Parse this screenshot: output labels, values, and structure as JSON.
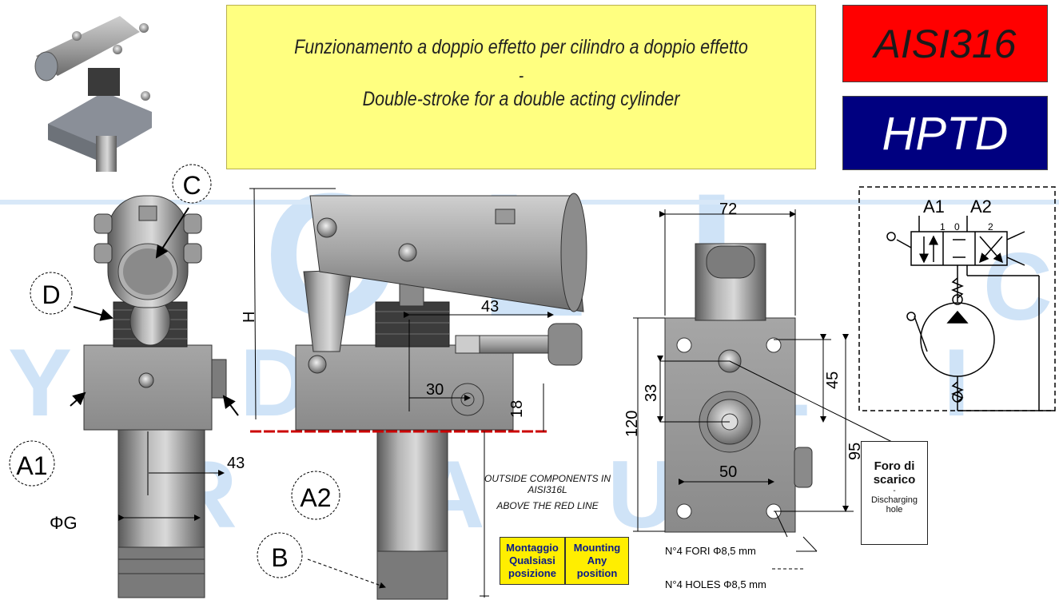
{
  "title": {
    "line1": "Funzionamento a doppio effetto per cilindro a doppio effetto",
    "separator": "-",
    "line2": "Double-stroke for a double acting cylinder"
  },
  "badges": {
    "material": {
      "text": "AISI316",
      "bg": "#ff0000",
      "fg": "#1a1a1a"
    },
    "model": {
      "text": "HPTD",
      "bg": "#000080",
      "fg": "#ffffff"
    }
  },
  "callouts": {
    "C": "C",
    "D": "D",
    "A1": "A1",
    "A2": "A2",
    "B": "B"
  },
  "dims": {
    "H": "H",
    "G": "ΦG",
    "side_43": "43",
    "mid_43": "43",
    "mid_30": "30",
    "mid_18": "18",
    "right_72": "72",
    "right_33": "33",
    "right_45": "45",
    "right_120": "120",
    "right_95": "95",
    "right_50": "50"
  },
  "valve_symbol": {
    "port_a1": "A1",
    "port_a2": "A2",
    "pos_1": "1",
    "pos_0": "0",
    "pos_2": "2"
  },
  "notes": {
    "outside_line1": "OUTSIDE COMPONENTS IN AISI316L",
    "outside_line2": "ABOVE THE RED LINE",
    "holes_it": "N°4 FORI Φ8,5 mm",
    "holes_en": "N°4 HOLES Φ8,5 mm"
  },
  "mounting": {
    "it": [
      "Montaggio",
      "Qualsiasi",
      "posizione"
    ],
    "en": [
      "Mounting",
      "Any",
      "position"
    ]
  },
  "foro": {
    "it1": "Foro di",
    "it2": "scarico",
    "sep": "-",
    "en1": "Discharging",
    "en2": "hole"
  },
  "watermark": {
    "letters_top": [
      "O",
      "L",
      "I"
    ],
    "letters_bottom": [
      "Y",
      "D",
      "R",
      "A",
      "U",
      "L",
      "I",
      "C"
    ]
  }
}
